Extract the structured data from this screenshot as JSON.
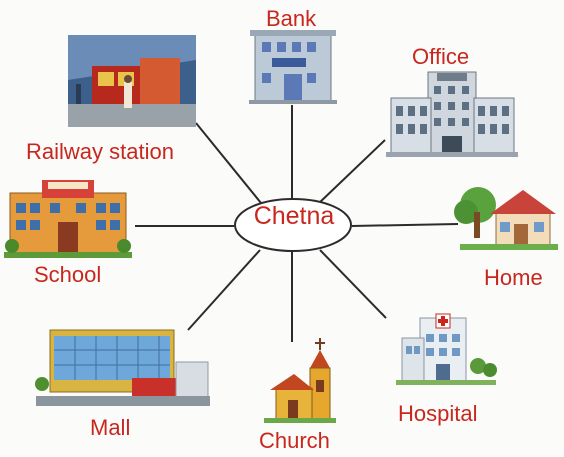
{
  "center": {
    "label": "Chetna"
  },
  "places": {
    "bank": "Bank",
    "office": "Office",
    "railway_station": "Railway station",
    "school": "School",
    "home": "Home",
    "mall": "Mall",
    "church": "Church",
    "hospital": "Hospital"
  },
  "colors": {
    "label": "#c8271e",
    "line": "#2b2b2b"
  }
}
